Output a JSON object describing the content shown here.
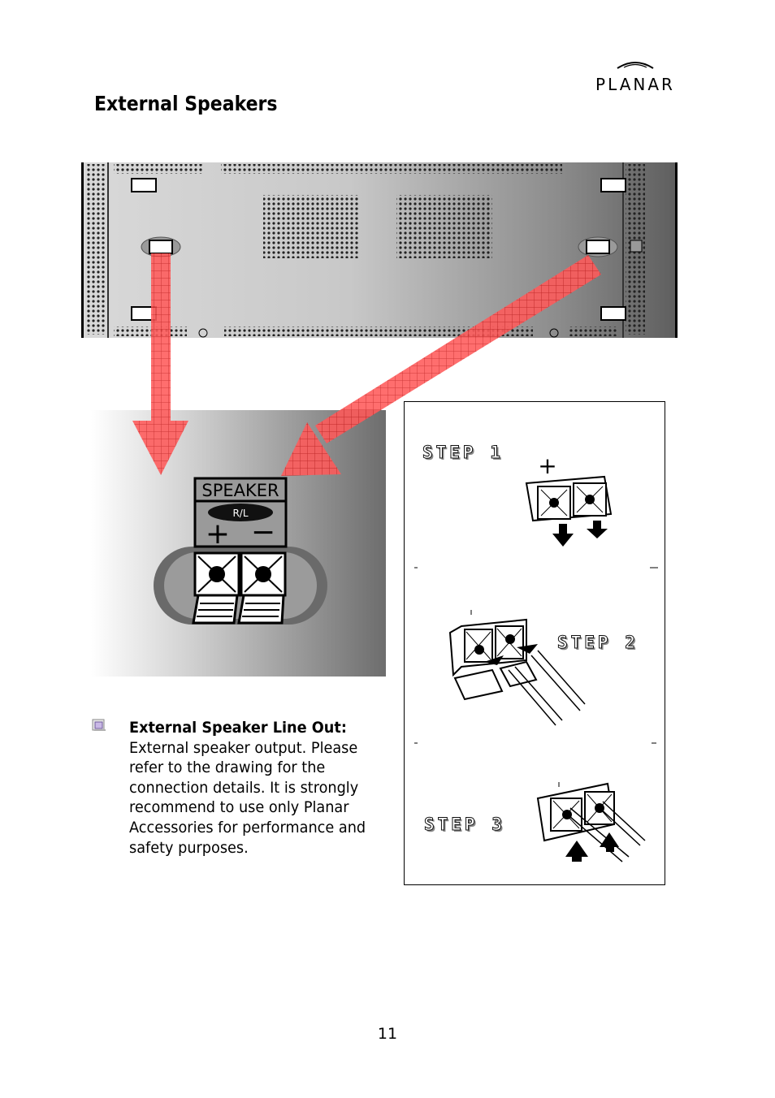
{
  "header": {
    "logo_text": "PLANAR",
    "title": "External Speakers"
  },
  "closeup": {
    "label": "SPEAKER",
    "badge": "R/L",
    "plus": "+",
    "minus": "−"
  },
  "steps": {
    "step1": "STEP 1",
    "step2": "STEP 2",
    "step3": "STEP 3",
    "plus": "+"
  },
  "description": {
    "heading": "External Speaker Line Out:",
    "body": "External speaker output. Please refer to the drawing for the connection details. It is strongly recommend to use only Planar Accessories for performance and safety purposes."
  },
  "footer": {
    "page_number": "11"
  },
  "colors": {
    "arrow": "#ff4d4d",
    "panel_light": "#eeeeee",
    "panel_dark": "#6a6a6a"
  }
}
